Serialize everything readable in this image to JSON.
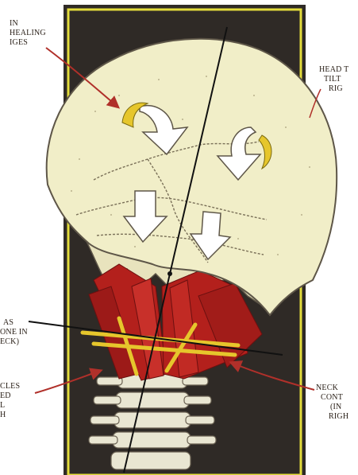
{
  "labels": {
    "top_left": [
      "IN",
      "HEALING",
      "IGES"
    ],
    "top_right": [
      "HEAD T",
      "TILT",
      "RIG"
    ],
    "mid_left": [
      "AS",
      "ONE IN",
      "ECK)"
    ],
    "bottom_left": [
      "CLES",
      "ED",
      "L",
      "H"
    ],
    "bottom_right": [
      "NECK",
      "CONT",
      "(IN",
      "RIGH"
    ]
  },
  "colors": {
    "frame_background": "#2f2a26",
    "frame_border": "#e3dc3c",
    "skull": "#f1eec8",
    "skull_outline": "#5e5648",
    "muscle": "#b3201c",
    "ligament": "#e6c62c",
    "spine": "#e9e6d2",
    "pointer_arrow": "#b0302a",
    "axis_line": "#111111"
  },
  "icons": [
    "curved-arrow-icon",
    "curved-arrow-icon",
    "down-arrow-icon",
    "down-arrow-icon"
  ]
}
